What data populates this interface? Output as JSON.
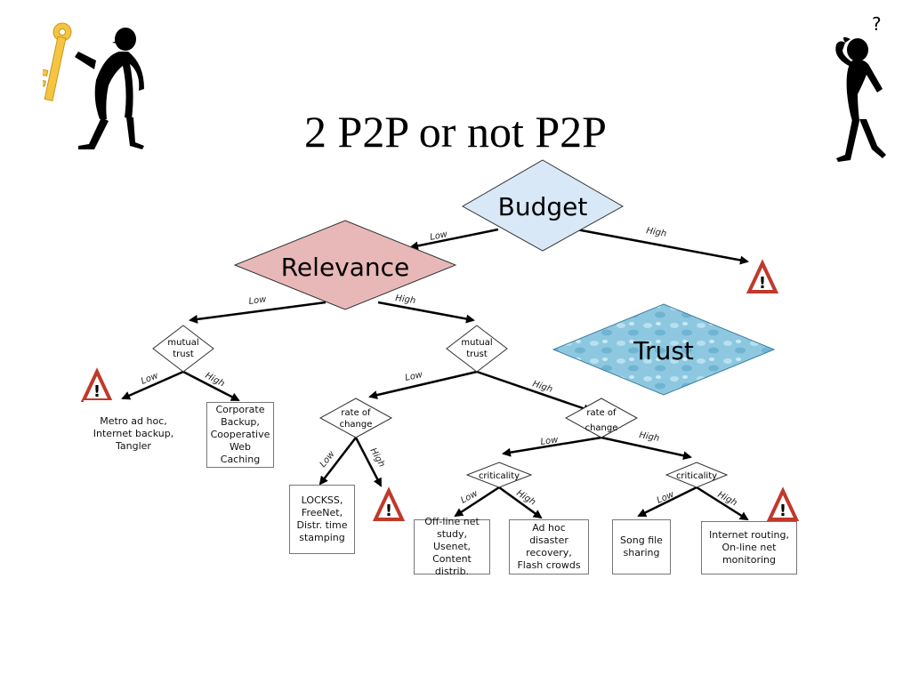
{
  "slide": {
    "title": "2 P2P or not P2P"
  },
  "diagram": {
    "nodes": {
      "budget": "Budget",
      "relevance": "Relevance",
      "trust_legend": "Trust",
      "mutual_trust_left": "mutual\ntrust",
      "mutual_trust_right": "mutual\ntrust",
      "rate_of_change_left": "rate of\nchange",
      "rate_of_change_right": "rate of\nchange",
      "criticality_left": "criticality",
      "criticality_right": "criticality"
    },
    "edge_labels": {
      "budget_low": "Low",
      "budget_high": "High",
      "relevance_low": "Low",
      "relevance_high": "High",
      "mt_left_low": "Low",
      "mt_left_high": "High",
      "mt_right_low": "Low",
      "mt_right_high": "High",
      "roc_left_low": "Low",
      "roc_left_high": "High",
      "roc_right_low": "Low",
      "roc_right_high": "High",
      "crit_left_low": "Low",
      "crit_left_high": "High",
      "crit_right_low": "Low",
      "crit_right_high": "High"
    },
    "leaves": {
      "metro": "Metro ad hoc,\nInternet backup,\nTangler",
      "corporate": "Corporate\nBackup,\nCooperative\nWeb Caching",
      "lockss": "LOCKSS,\nFreeNet,\nDistr. time\nstamping",
      "offline": "Off-line net\nstudy, Usenet,\nContent distrib.",
      "adhoc": "Ad hoc disaster\nrecovery,\nFlash crowds",
      "song": "Song file\nsharing",
      "routing": "Internet routing,\nOn-line net\nmonitoring"
    },
    "warning_glyph": "!",
    "question_glyph": "?",
    "colors": {
      "budget_fill": "#d9e8f7",
      "relevance_fill": "#e8b8b8",
      "trust_fill": "#8ec8e0",
      "warning_border": "#c0392b",
      "key": "#f5c542"
    }
  }
}
